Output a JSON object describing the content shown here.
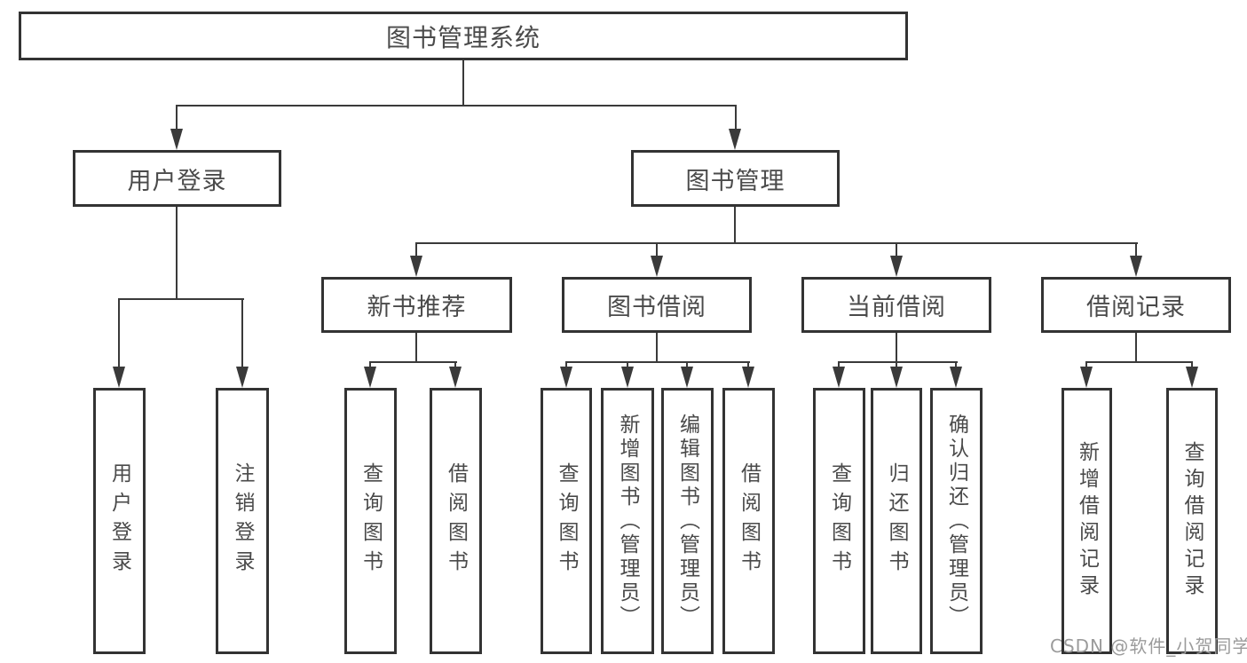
{
  "diagram": {
    "root": {
      "label": "图书管理系统"
    },
    "branches": [
      {
        "label": "用户登录",
        "leaves": [
          {
            "label": "用户登录"
          },
          {
            "label": "注销登录"
          }
        ]
      },
      {
        "label": "图书管理",
        "groups": [
          {
            "label": "新书推荐",
            "leaves": [
              {
                "label": "查询图书"
              },
              {
                "label": "借阅图书"
              }
            ]
          },
          {
            "label": "图书借阅",
            "leaves": [
              {
                "label": "查询图书"
              },
              {
                "label": "新增图书（管理员）"
              },
              {
                "label": "编辑图书（管理员）"
              },
              {
                "label": "借阅图书"
              }
            ]
          },
          {
            "label": "当前借阅",
            "leaves": [
              {
                "label": "查询图书"
              },
              {
                "label": "归还图书"
              },
              {
                "label": "确认归还（管理员）"
              }
            ]
          },
          {
            "label": "借阅记录",
            "leaves": [
              {
                "label": "新增借阅记录"
              },
              {
                "label": "查询借阅记录"
              }
            ]
          }
        ]
      }
    ]
  },
  "watermark": {
    "label": "CSDN @软件_小贺同学",
    "color": "#9b9b9b"
  },
  "colors": {
    "background": "#ffffff",
    "border": "#333333",
    "line": "#3a3a3a",
    "text": "#4a4a4a"
  }
}
